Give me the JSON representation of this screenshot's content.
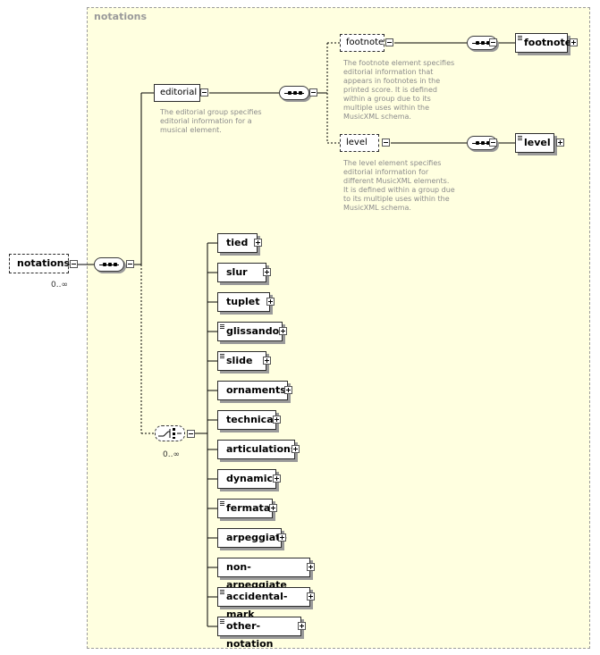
{
  "group": {
    "title": "notations"
  },
  "root": {
    "label": "notations",
    "cardinality": "0..∞"
  },
  "editorial": {
    "label": "editorial",
    "description": "The editorial group specifies editorial information for a musical element.",
    "footnote": {
      "label": "footnote",
      "description": "The footnote element specifies editorial information that appears in footnotes in the printed score. It is defined within a group due to its multiple uses within the MusicXML schema.",
      "child": "footnote"
    },
    "level": {
      "label": "level",
      "description": "The level element specifies editorial information for different MusicXML elements. It is defined within a group due to its multiple uses within the MusicXML schema.",
      "child": "level"
    }
  },
  "choice": {
    "cardinality": "0..∞"
  },
  "children": [
    {
      "label": "tied",
      "has_text_icon": false
    },
    {
      "label": "slur",
      "has_text_icon": false
    },
    {
      "label": "tuplet",
      "has_text_icon": false
    },
    {
      "label": "glissando",
      "has_text_icon": true
    },
    {
      "label": "slide",
      "has_text_icon": true
    },
    {
      "label": "ornaments",
      "has_text_icon": false
    },
    {
      "label": "technical",
      "has_text_icon": false
    },
    {
      "label": "articulations",
      "has_text_icon": false
    },
    {
      "label": "dynamics",
      "has_text_icon": false
    },
    {
      "label": "fermata",
      "has_text_icon": true
    },
    {
      "label": "arpeggiate",
      "has_text_icon": false
    },
    {
      "label": "non-arpeggiate",
      "has_text_icon": false
    },
    {
      "label": "accidental-mark",
      "has_text_icon": true
    },
    {
      "label": "other-notation",
      "has_text_icon": true
    }
  ]
}
